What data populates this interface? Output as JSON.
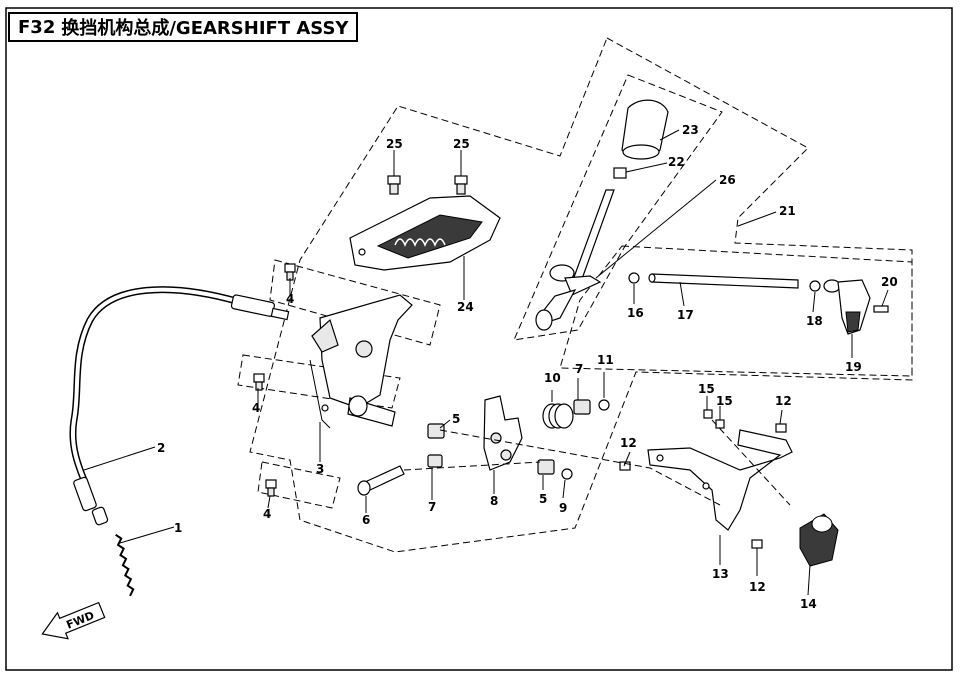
{
  "title": {
    "code": "F32",
    "name": "换挡机构总成/GEARSHIFT ASSY"
  },
  "fwd_label": "FWD",
  "callouts": [
    {
      "id": "c1",
      "label": "1"
    },
    {
      "id": "c2",
      "label": "2"
    },
    {
      "id": "c3",
      "label": "3"
    },
    {
      "id": "c4a",
      "label": "4"
    },
    {
      "id": "c4b",
      "label": "4"
    },
    {
      "id": "c4c",
      "label": "4"
    },
    {
      "id": "c5a",
      "label": "5"
    },
    {
      "id": "c5b",
      "label": "5"
    },
    {
      "id": "c6",
      "label": "6"
    },
    {
      "id": "c7a",
      "label": "7"
    },
    {
      "id": "c7b",
      "label": "7"
    },
    {
      "id": "c8",
      "label": "8"
    },
    {
      "id": "c9",
      "label": "9"
    },
    {
      "id": "c10",
      "label": "10"
    },
    {
      "id": "c11",
      "label": "11"
    },
    {
      "id": "c12a",
      "label": "12"
    },
    {
      "id": "c12b",
      "label": "12"
    },
    {
      "id": "c12c",
      "label": "12"
    },
    {
      "id": "c13",
      "label": "13"
    },
    {
      "id": "c14",
      "label": "14"
    },
    {
      "id": "c15a",
      "label": "15"
    },
    {
      "id": "c15b",
      "label": "15"
    },
    {
      "id": "c16",
      "label": "16"
    },
    {
      "id": "c17",
      "label": "17"
    },
    {
      "id": "c18",
      "label": "18"
    },
    {
      "id": "c19",
      "label": "19"
    },
    {
      "id": "c20",
      "label": "20"
    },
    {
      "id": "c21",
      "label": "21"
    },
    {
      "id": "c22",
      "label": "22"
    },
    {
      "id": "c23",
      "label": "23"
    },
    {
      "id": "c24",
      "label": "24"
    },
    {
      "id": "c25a",
      "label": "25"
    },
    {
      "id": "c25b",
      "label": "25"
    },
    {
      "id": "c26",
      "label": "26"
    }
  ]
}
